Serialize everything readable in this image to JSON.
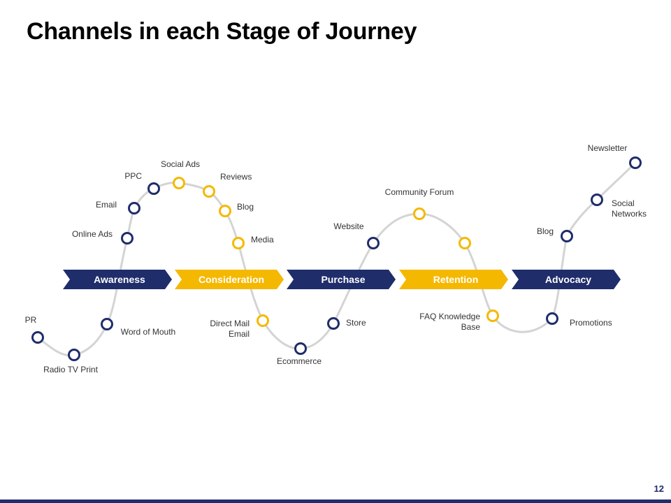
{
  "title": "Channels in each Stage of Journey",
  "page_number": "12",
  "colors": {
    "navy": "#1f2d6b",
    "gold": "#f5b800",
    "path": "#d4d4d4"
  },
  "stages": [
    {
      "label": "Awareness",
      "color": "navy"
    },
    {
      "label": "Consideration",
      "color": "gold"
    },
    {
      "label": "Purchase",
      "color": "navy"
    },
    {
      "label": "Retention",
      "color": "gold"
    },
    {
      "label": "Advocacy",
      "color": "navy"
    }
  ],
  "channels": [
    {
      "label": "PR",
      "color": "navy"
    },
    {
      "label": "Radio TV Print",
      "color": "navy"
    },
    {
      "label": "Word of Mouth",
      "color": "navy"
    },
    {
      "label": "Online Ads",
      "color": "navy"
    },
    {
      "label": "Email",
      "color": "navy"
    },
    {
      "label": "PPC",
      "color": "navy"
    },
    {
      "label": "Social Ads",
      "color": "gold"
    },
    {
      "label": "Reviews",
      "color": "gold"
    },
    {
      "label": "Blog",
      "color": "gold"
    },
    {
      "label": "Media",
      "color": "gold"
    },
    {
      "label": "Direct Mail\nEmail",
      "color": "gold"
    },
    {
      "label": "Ecommerce",
      "color": "navy"
    },
    {
      "label": "Store",
      "color": "navy"
    },
    {
      "label": "Website",
      "color": "navy"
    },
    {
      "label": "Community Forum",
      "color": "gold"
    },
    {
      "label": "",
      "color": "gold"
    },
    {
      "label": "FAQ Knowledge\nBase",
      "color": "gold"
    },
    {
      "label": "Promotions",
      "color": "navy"
    },
    {
      "label": "Blog",
      "color": "navy"
    },
    {
      "label": "Social\nNetworks",
      "color": "navy"
    },
    {
      "label": "Newsletter",
      "color": "navy"
    }
  ]
}
